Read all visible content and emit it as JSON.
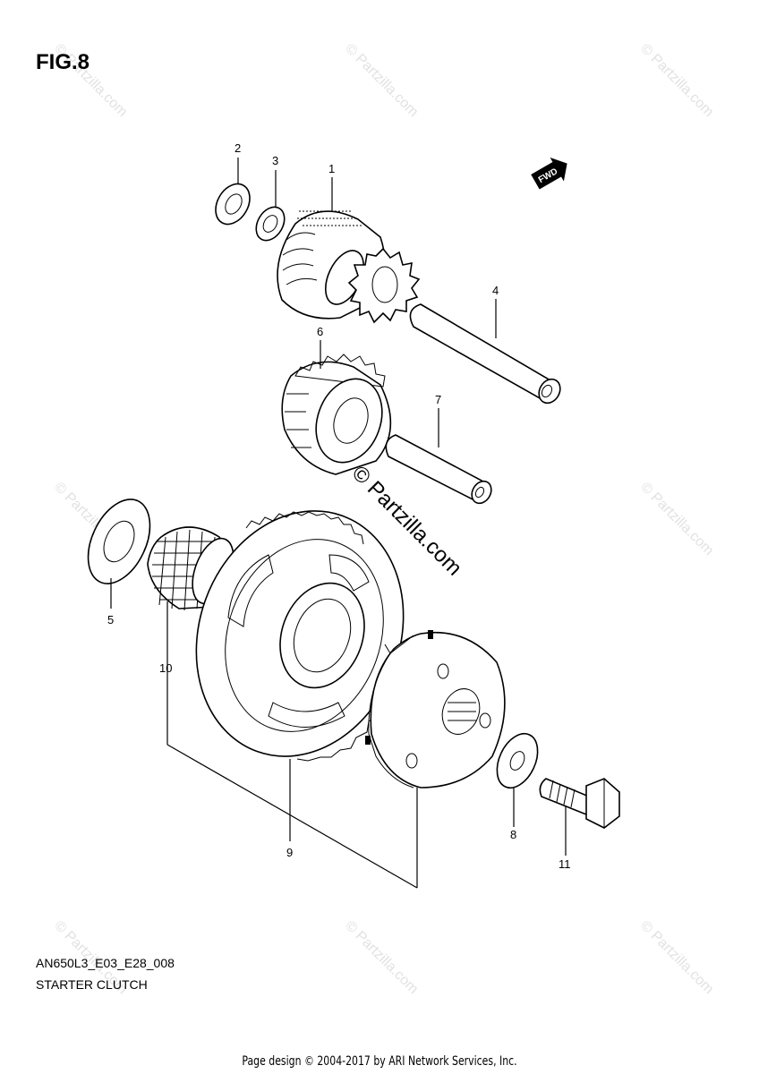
{
  "figure": {
    "title": "FIG.8",
    "model_code": "AN650L3_E03_E28_008",
    "section_title": "STARTER CLUTCH"
  },
  "direction_badge": "FWD",
  "callouts": {
    "c1": "1",
    "c2": "2",
    "c3": "3",
    "c4": "4",
    "c5": "5",
    "c6": "6",
    "c7": "7",
    "c8": "8",
    "c9": "9",
    "c10": "10",
    "c11": "11"
  },
  "watermark": {
    "small": "© Partzilla.com",
    "large": "© Partzilla.com"
  },
  "footer": "Page design © 2004-2017 by ARI Network Services, Inc."
}
